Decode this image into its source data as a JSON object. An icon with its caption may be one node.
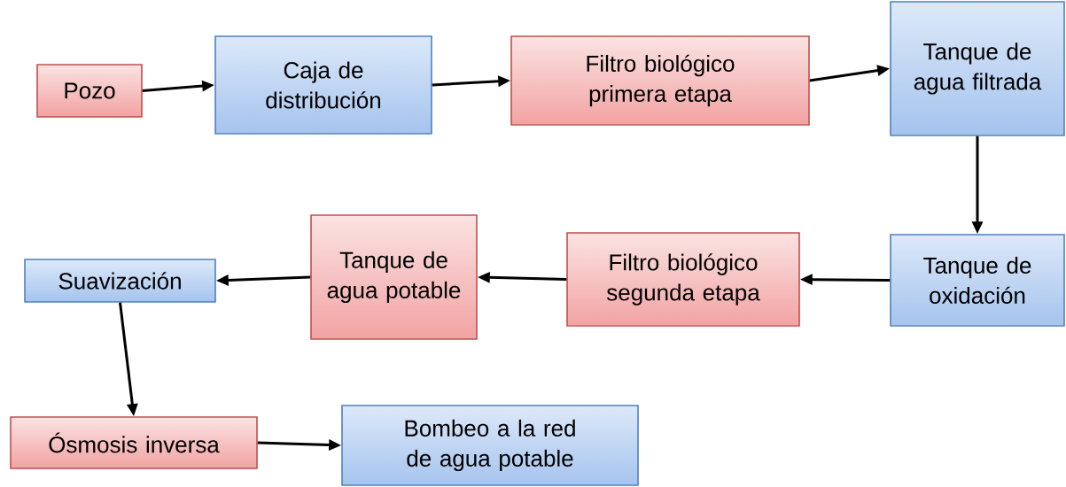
{
  "diagram": {
    "nodes": [
      {
        "text": [
          "Pozo"
        ]
      },
      {
        "text": [
          "Caja de distribución"
        ]
      },
      {
        "text": [
          "Filtro biológico primera etapa"
        ]
      },
      {
        "text": [
          "Tanque de agua filtrada"
        ]
      },
      {
        "text": [
          "Tanque de oxidación"
        ]
      },
      {
        "text": [
          "Filtro biológico segunda etapa"
        ]
      },
      {
        "text": [
          "Tanque de agua potable"
        ]
      },
      {
        "text": [
          "Suavización"
        ]
      },
      {
        "text": [
          "Ósmosis inversa"
        ]
      },
      {
        "text": [
          "Bombeo a la red de agua potable"
        ]
      }
    ],
    "edges": [
      {
        "from": 0,
        "to": 1,
        "arrow": "to"
      },
      {
        "from": 1,
        "to": 2,
        "arrow": "to"
      },
      {
        "from": 2,
        "to": 3,
        "arrow": "to"
      },
      {
        "from": 3,
        "to": 4,
        "arrow": "to"
      },
      {
        "from": 4,
        "to": 5,
        "arrow": "to"
      },
      {
        "from": 5,
        "to": 6,
        "arrow": "to"
      },
      {
        "from": 6,
        "to": 7,
        "arrow": "to"
      },
      {
        "from": 7,
        "to": 8,
        "arrow": "to"
      },
      {
        "from": 8,
        "to": 9,
        "arrow": "to"
      }
    ]
  }
}
